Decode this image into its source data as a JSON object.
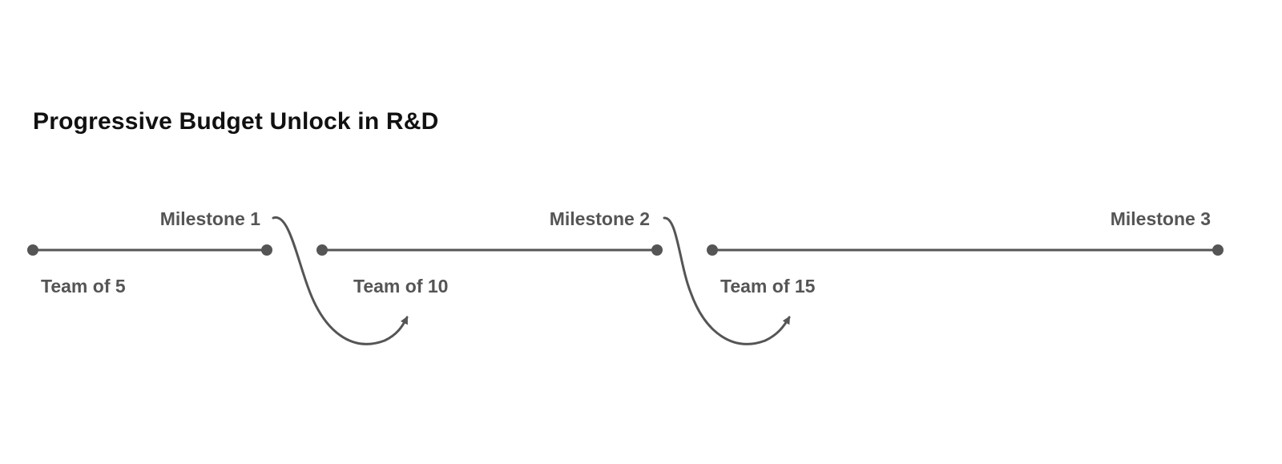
{
  "title": "Progressive Budget Unlock in R&D",
  "colors": {
    "title": "#111111",
    "text": "#555555",
    "line": "#555555"
  },
  "milestones": [
    {
      "label": "Milestone 1"
    },
    {
      "label": "Milestone 2"
    },
    {
      "label": "Milestone 3"
    }
  ],
  "teams": [
    {
      "label": "Team of 5"
    },
    {
      "label": "Team of 10"
    },
    {
      "label": "Team of 15"
    }
  ]
}
